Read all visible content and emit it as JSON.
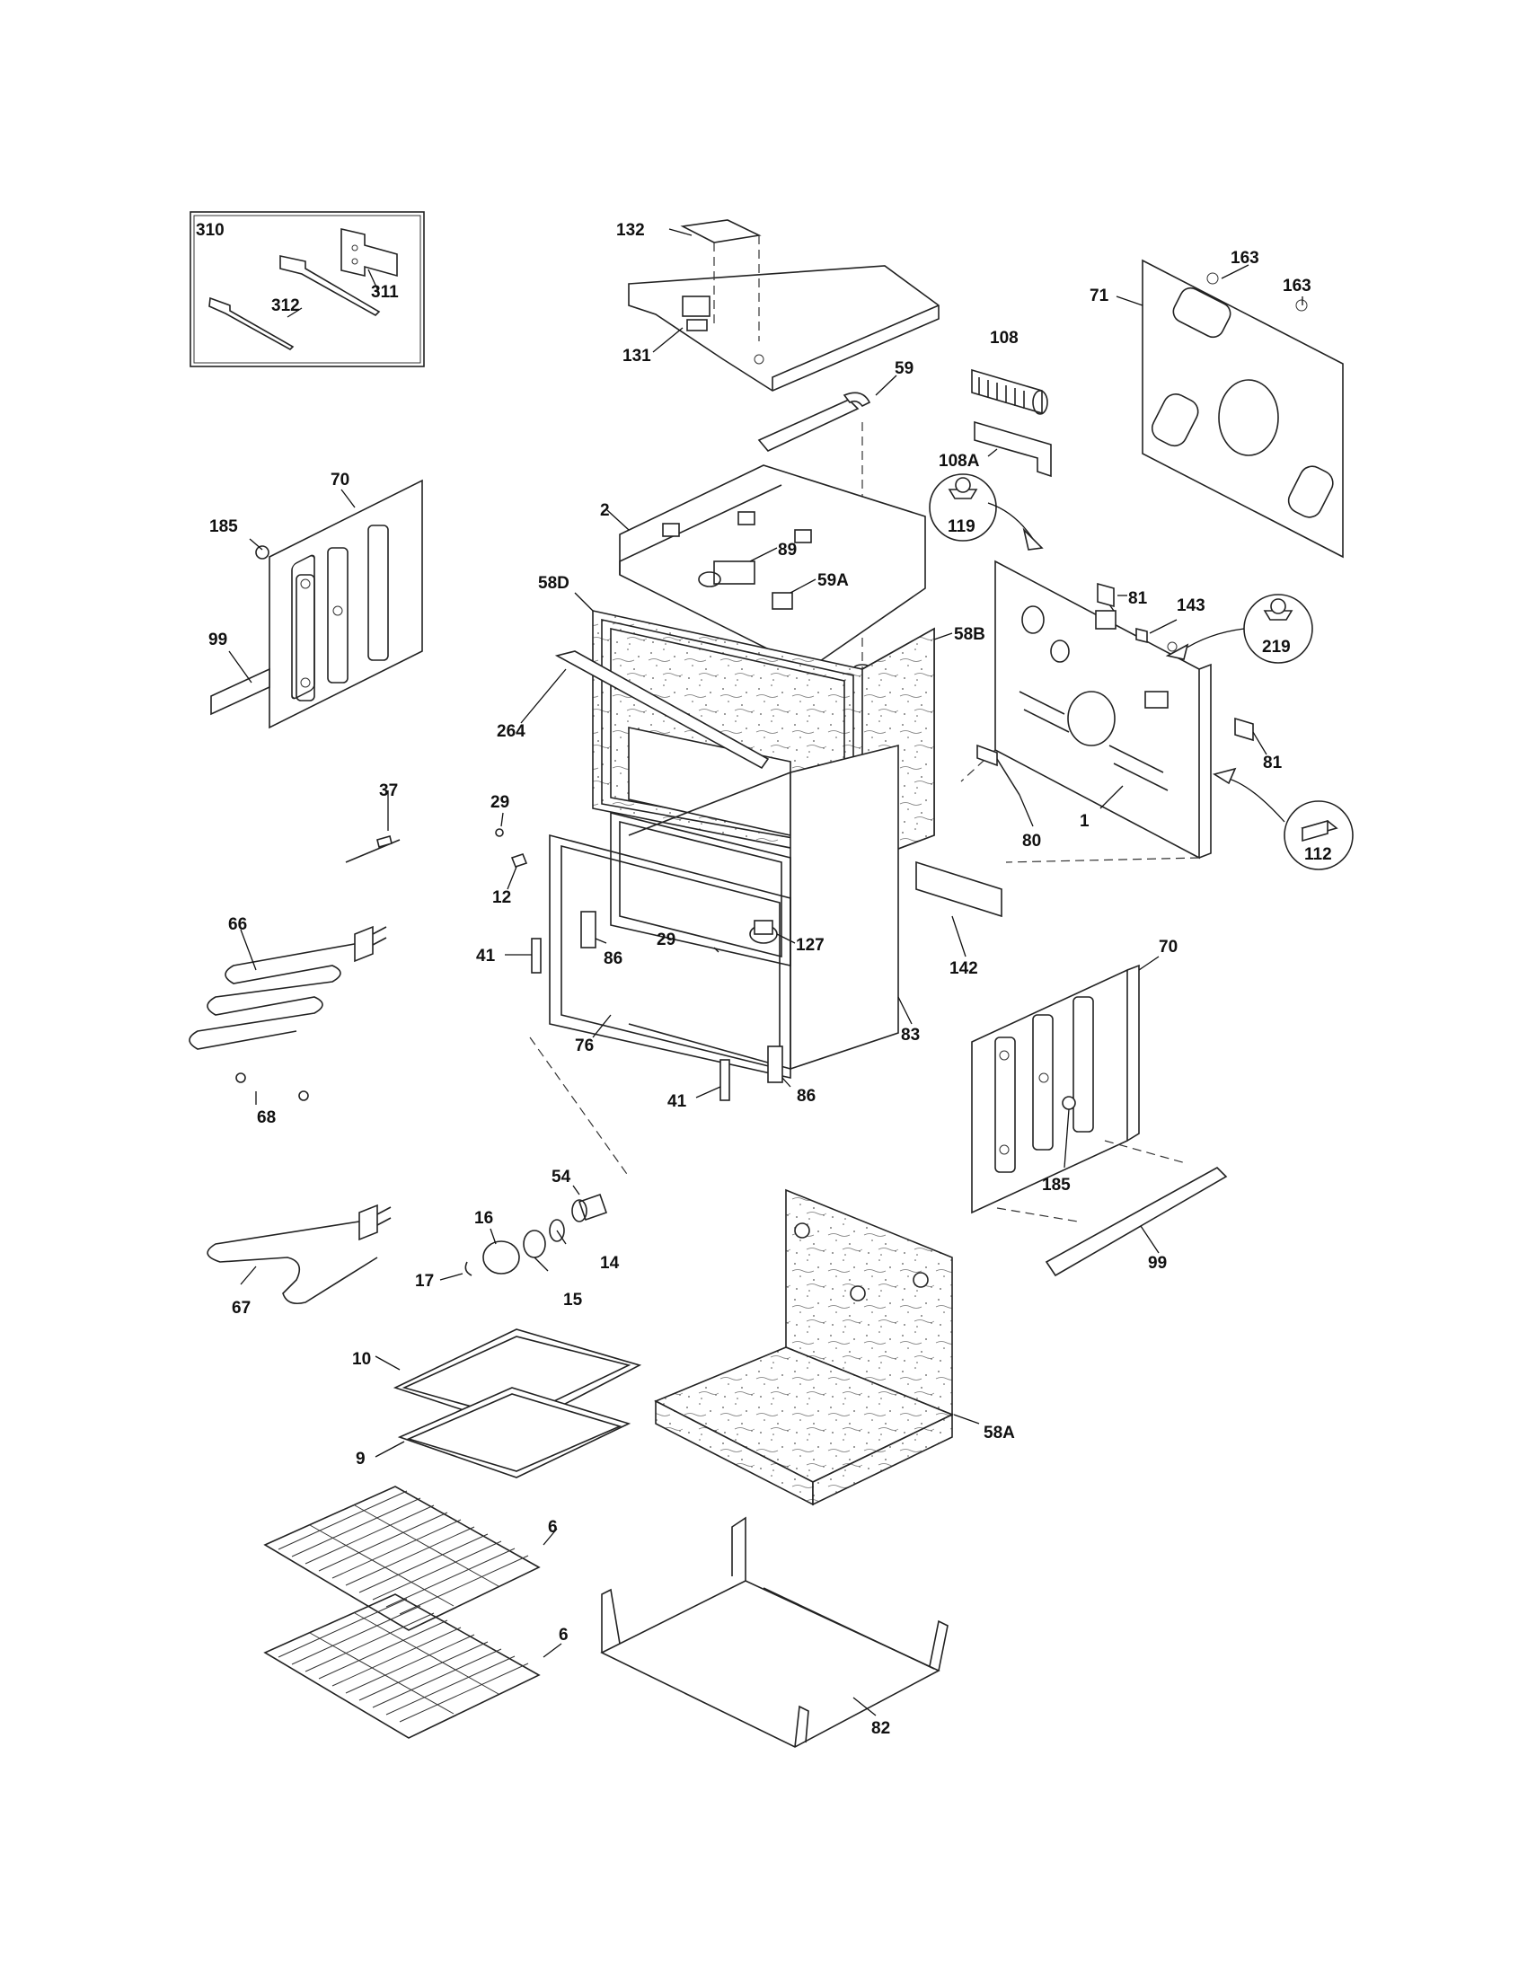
{
  "labels": {
    "p310": "310",
    "p312": "312",
    "p311": "311",
    "p132": "132",
    "p131": "131",
    "p59": "59",
    "p163a": "163",
    "p163b": "163",
    "p71": "71",
    "p108": "108",
    "p108A": "108A",
    "p119": "119",
    "p70a": "70",
    "p185a": "185",
    "p99a": "99",
    "p2": "2",
    "p89": "89",
    "p58D": "58D",
    "p59A": "59A",
    "p58B": "58B",
    "p81a": "81",
    "p143": "143",
    "p219": "219",
    "p264": "264",
    "p37": "37",
    "p29a": "29",
    "p12": "12",
    "p80": "80",
    "p1": "1",
    "p81b": "81",
    "p112": "112",
    "p66": "66",
    "p29b": "29",
    "p127": "127",
    "p142": "142",
    "p41a": "41",
    "p86a": "86",
    "p76": "76",
    "p83": "83",
    "p70b": "70",
    "p68": "68",
    "p41b": "41",
    "p86b": "86",
    "p54": "54",
    "p16": "16",
    "p14": "14",
    "p17": "17",
    "p15": "15",
    "p185b": "185",
    "p99b": "99",
    "p67": "67",
    "p10": "10",
    "p9": "9",
    "p58A": "58A",
    "p6a": "6",
    "p6b": "6",
    "p82": "82"
  }
}
